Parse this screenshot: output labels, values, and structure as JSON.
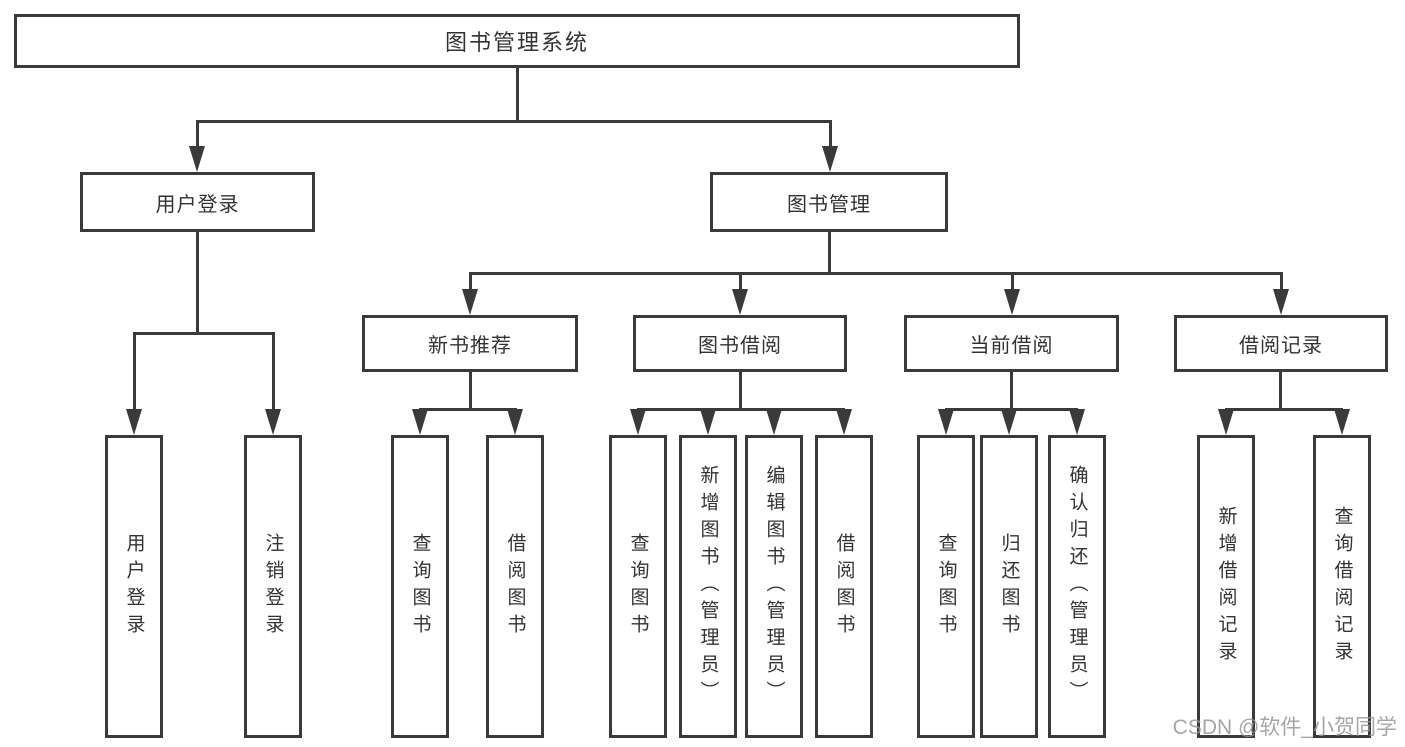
{
  "nodes": {
    "root": {
      "label": "图书管理系统"
    },
    "user_login": {
      "label": "用户登录"
    },
    "book_mgmt": {
      "label": "图书管理"
    },
    "new_book_rec": {
      "label": "新书推荐"
    },
    "book_borrow": {
      "label": "图书借阅"
    },
    "current_borrow": {
      "label": "当前借阅"
    },
    "borrow_record": {
      "label": "借阅记录"
    },
    "ul_user_login": {
      "label": "用户登录"
    },
    "ul_logout": {
      "label": "注销登录"
    },
    "nb_query_book": {
      "label": "查询图书"
    },
    "nb_borrow_book": {
      "label": "借阅图书"
    },
    "bb_query_book": {
      "label": "查询图书"
    },
    "bb_add_book": {
      "label": "新增图书（管理员）"
    },
    "bb_edit_book": {
      "label": "编辑图书（管理员）"
    },
    "bb_borrow_book": {
      "label": "借阅图书"
    },
    "cb_query_book": {
      "label": "查询图书"
    },
    "cb_return_book": {
      "label": "归还图书"
    },
    "cb_confirm_return": {
      "label": "确认归还（管理员）"
    },
    "br_add_record": {
      "label": "新增借阅记录"
    },
    "br_query_record": {
      "label": "查询借阅记录"
    }
  },
  "watermark": {
    "text": "CSDN @软件_小贺同学"
  },
  "colors": {
    "line": "#3a3a3a",
    "background": "#ffffff",
    "watermark": "#969696"
  }
}
